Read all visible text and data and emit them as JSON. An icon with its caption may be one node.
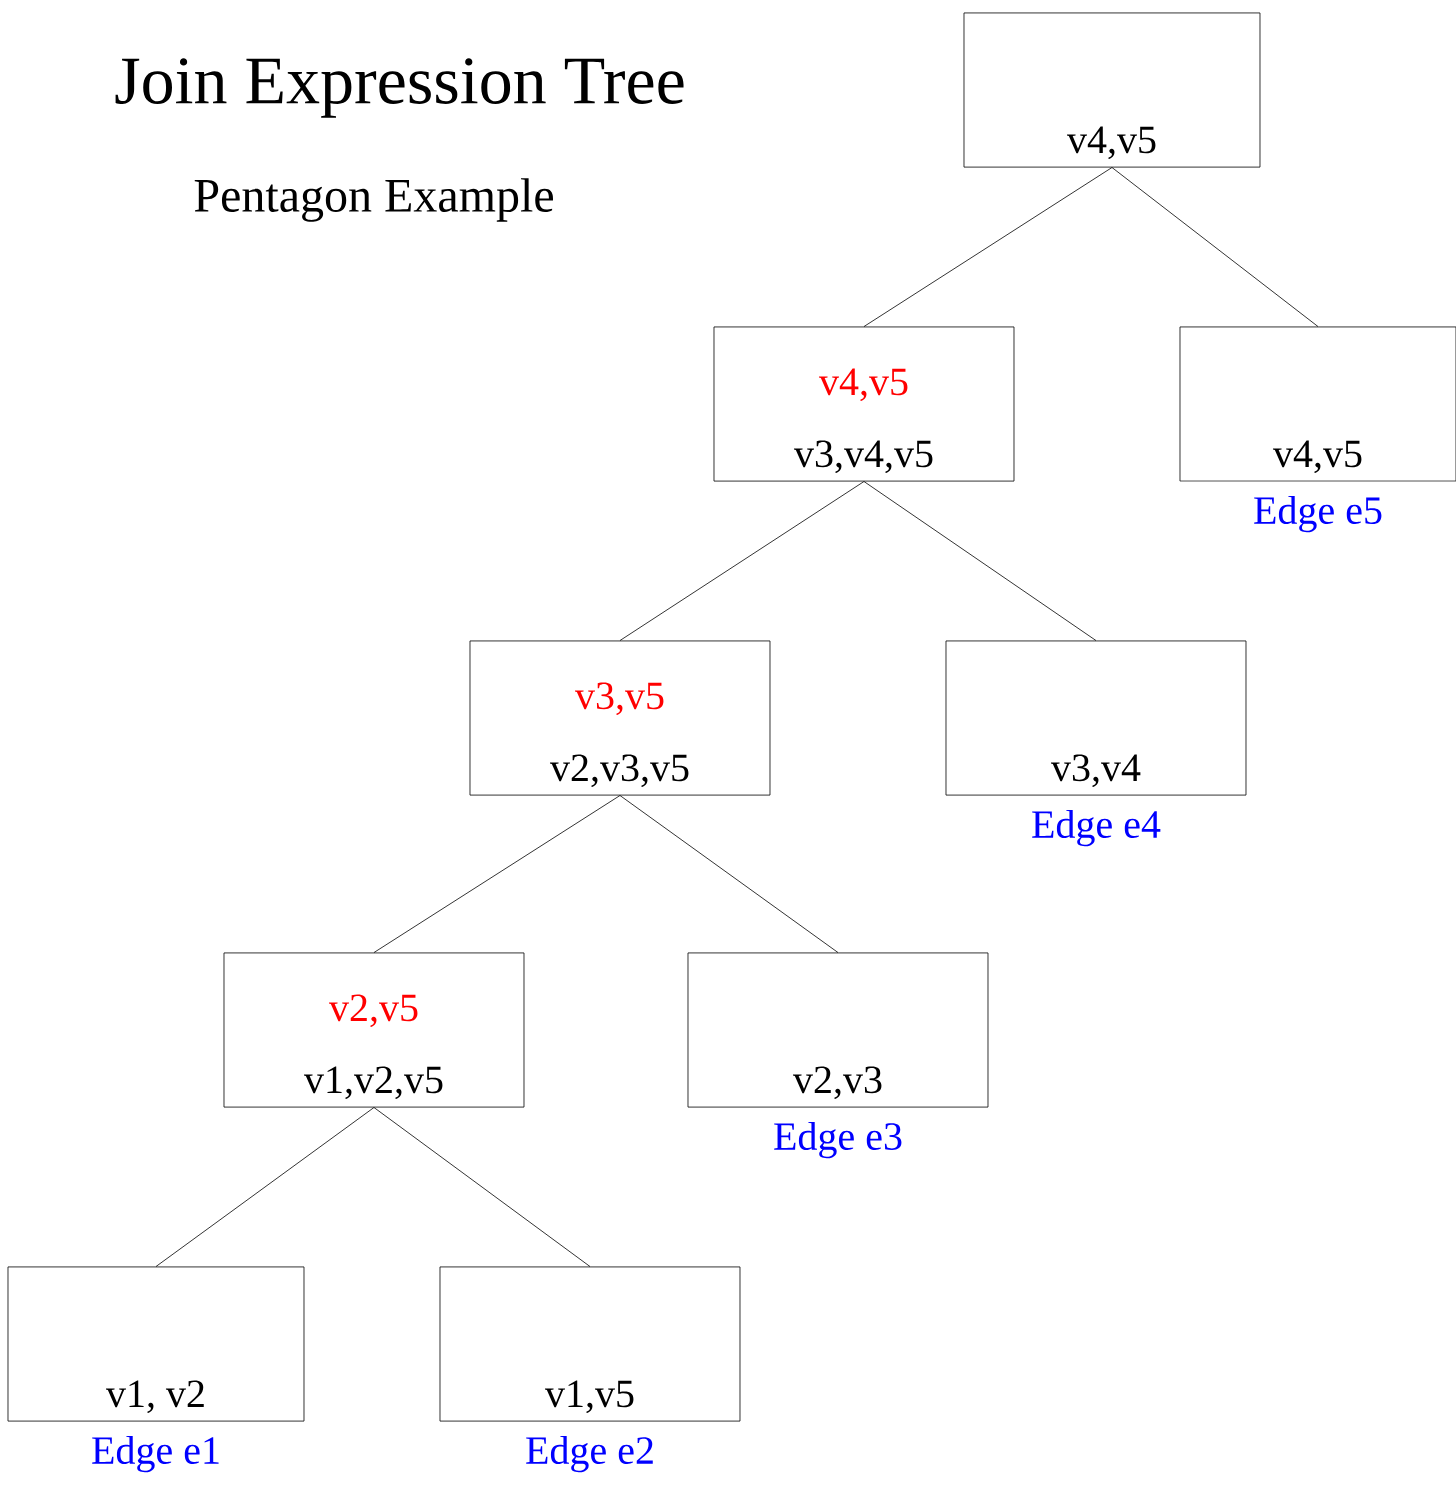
{
  "diagram": {
    "title": "Join Expression Tree",
    "nodes": [
      {
        "text": [
          "v4,v5"
        ]
      },
      {
        "text": [
          "v4,v5",
          "v3,v4,v5"
        ]
      },
      {
        "text": [
          "v4,v5"
        ],
        "beside": [
          "Edge e5"
        ]
      },
      {
        "text": [
          "v3,v5",
          "v2,v3,v5"
        ]
      },
      {
        "text": [
          "v3,v4"
        ],
        "beside": [
          "Edge e4"
        ]
      },
      {
        "text": [
          "v2,v5",
          "v1,v2,v5"
        ]
      },
      {
        "text": [
          "v2,v3"
        ],
        "beside": [
          "Edge e3"
        ]
      },
      {
        "text": [
          "v1, v2"
        ],
        "beside": [
          "Edge e1"
        ]
      },
      {
        "text": [
          "v1,v5"
        ],
        "beside": [
          "Edge e2"
        ]
      }
    ],
    "edges": [
      {
        "from": 0,
        "to": 1,
        "arrow": "none"
      },
      {
        "from": 0,
        "to": 2,
        "arrow": "none"
      },
      {
        "from": 1,
        "to": 3,
        "arrow": "none"
      },
      {
        "from": 1,
        "to": 4,
        "arrow": "none"
      },
      {
        "from": 3,
        "to": 5,
        "arrow": "none"
      },
      {
        "from": 3,
        "to": 6,
        "arrow": "none"
      },
      {
        "from": 5,
        "to": 7,
        "arrow": "none"
      },
      {
        "from": 5,
        "to": 8,
        "arrow": "none"
      }
    ],
    "labels": [
      "Pentagon Example"
    ]
  }
}
